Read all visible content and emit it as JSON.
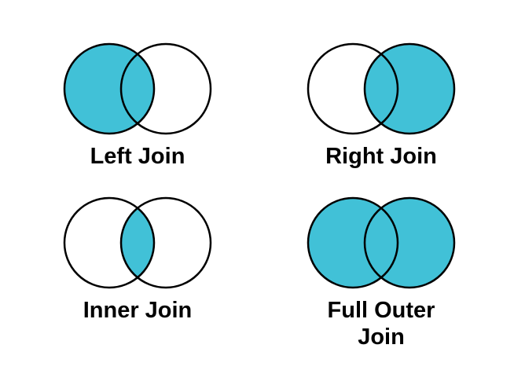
{
  "colors": {
    "fill": "#41c1d7",
    "stroke": "#000000",
    "background": "#ffffff",
    "label_text": "#000000"
  },
  "diagrams": [
    {
      "label": "Left Join",
      "shaded": "left-circle-including-overlap"
    },
    {
      "label": "Right Join",
      "shaded": "right-circle-including-overlap"
    },
    {
      "label": "Inner Join",
      "shaded": "overlap-only"
    },
    {
      "label": "Full Outer Join",
      "shaded": "both-circles"
    }
  ]
}
